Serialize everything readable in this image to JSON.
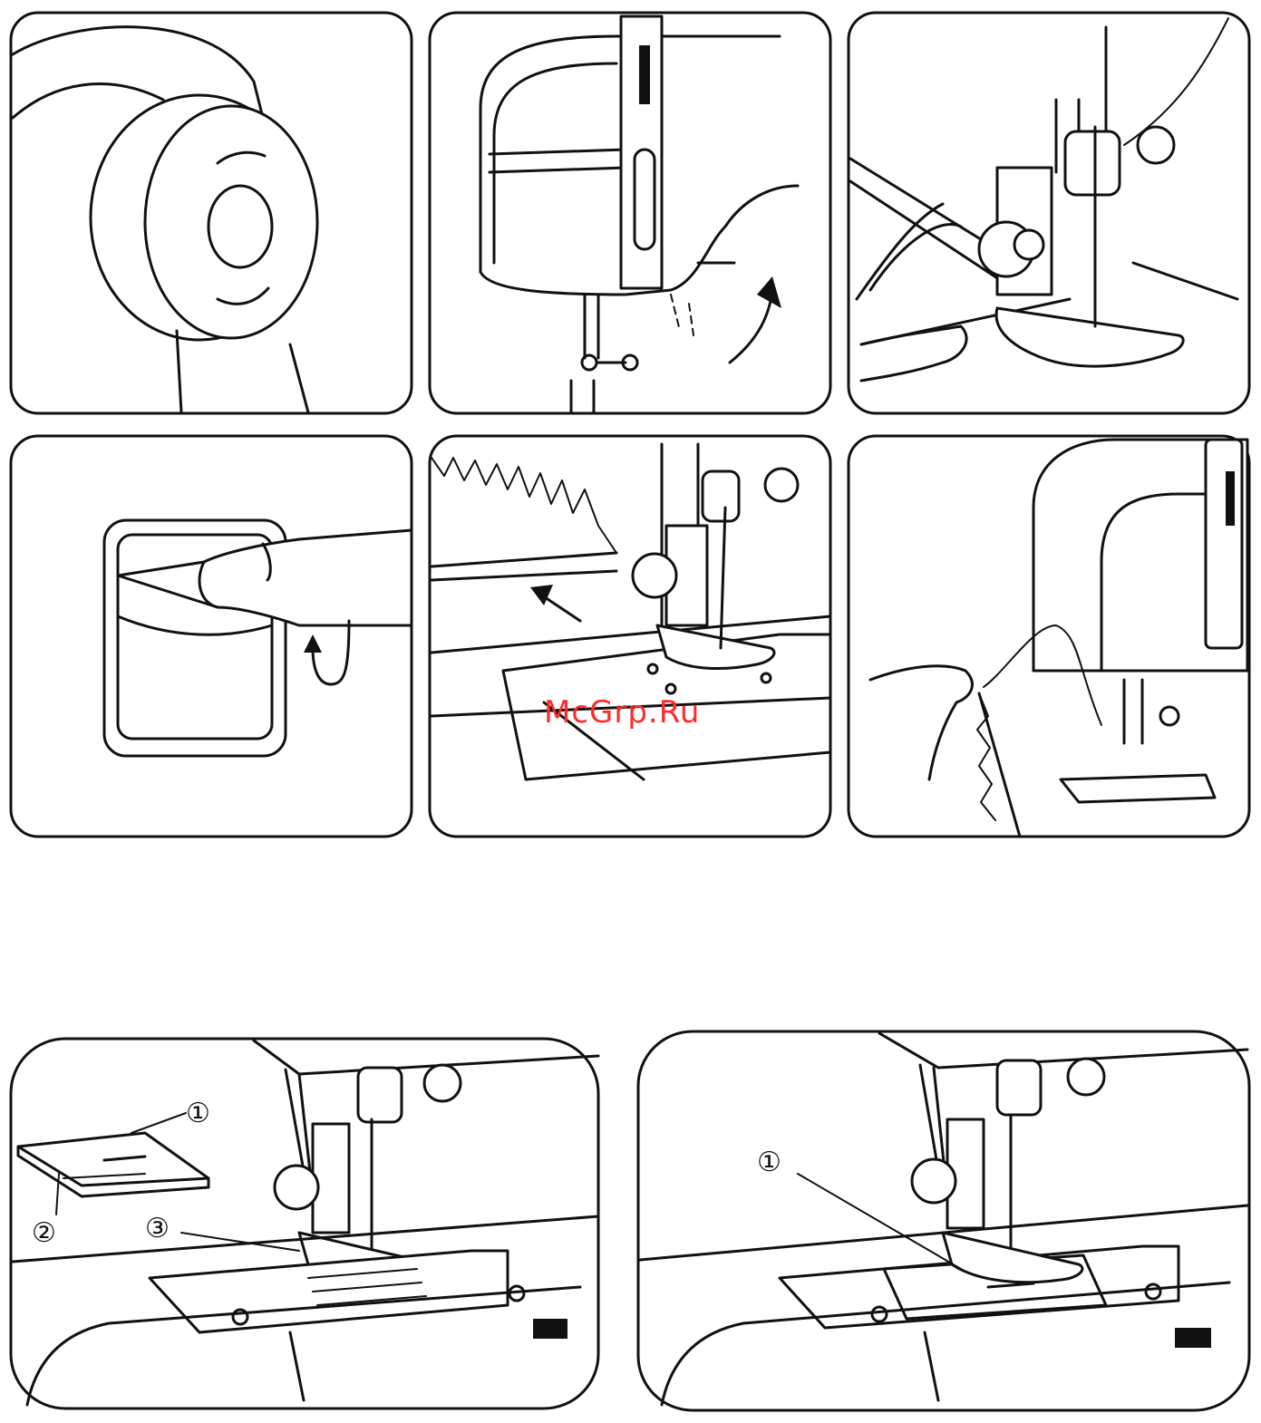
{
  "watermark": "McGrp.Ru",
  "callouts": {
    "panel7_1": "①",
    "panel7_2": "②",
    "panel7_3": "③",
    "panel8_1": "①"
  },
  "icons": [
    "handwheel-icon",
    "presser-foot-lever-icon",
    "needle-icon",
    "finger-press-icon",
    "fabric-feed-arrow-icon",
    "thread-pull-icon",
    "needle-plate-icon",
    "slide-plate-icon"
  ]
}
